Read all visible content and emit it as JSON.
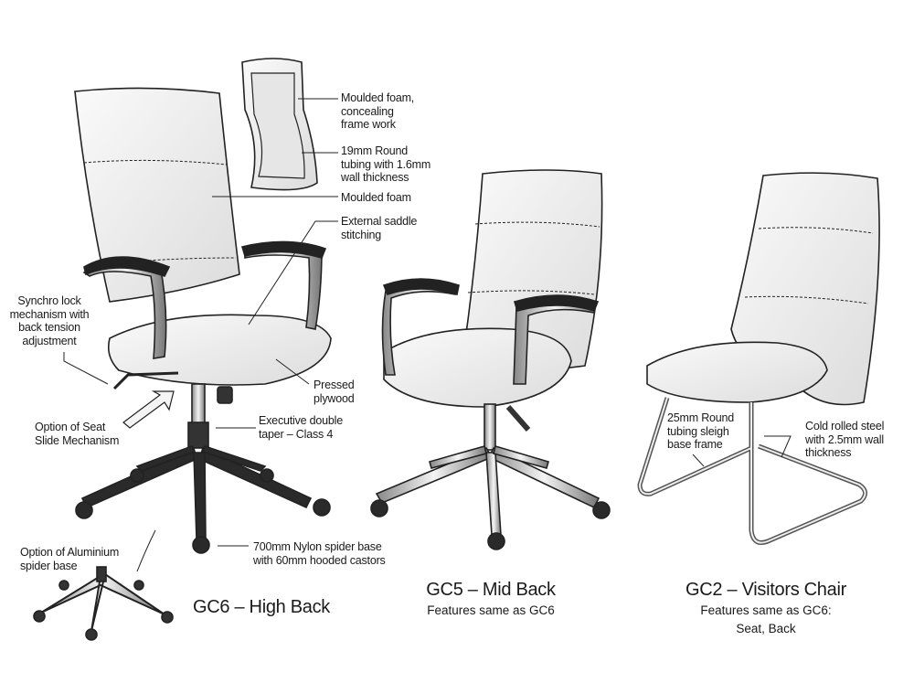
{
  "labels": {
    "moulded_foam_concealing": "Moulded foam,\nconcealing\nframe work",
    "round_tubing_19mm": "19mm Round\ntubing with 1.6mm\nwall thickness",
    "moulded_foam": "Moulded foam",
    "external_saddle": "External saddle\nstitching",
    "synchro_lock": "Synchro lock\nmechanism with\nback tension\nadjustment",
    "pressed_plywood": "Pressed\nplywood",
    "seat_slide": "Option of Seat\nSlide Mechanism",
    "executive_taper": "Executive double\ntaper – Class 4",
    "nylon_base": "700mm Nylon spider base\nwith 60mm hooded castors",
    "aluminium_base": "Option of Aluminium\nspider base",
    "sleigh_frame": "25mm Round\ntubing sleigh\nbase frame",
    "cold_rolled": "Cold rolled steel\nwith 2.5mm wall\nthickness"
  },
  "models": [
    {
      "title": "GC6 – High Back",
      "subtitle": ""
    },
    {
      "title": "GC5 – Mid Back",
      "subtitle": "Features same as GC6"
    },
    {
      "title": "GC2 – Visitors Chair",
      "subtitle": "Features same as GC6:\nSeat, Back"
    }
  ]
}
